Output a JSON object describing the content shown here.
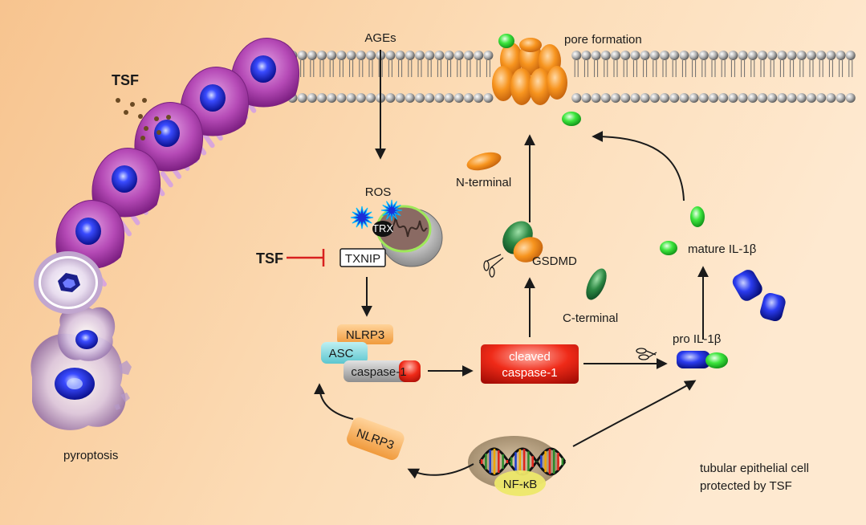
{
  "labels": {
    "ages": "AGEs",
    "pore_formation": "pore formation",
    "tsf_top": "TSF",
    "ros": "ROS",
    "trx": "TRX",
    "tsf_inhibitor": "TSF",
    "txnip": "TXNIP",
    "nlrp3_complex": "NLRP3",
    "asc": "ASC",
    "caspase1": "caspase-1",
    "cleaved_line1": "cleaved",
    "cleaved_line2": "caspase-1",
    "n_terminal": "N-terminal",
    "gsdmd": "GSDMD",
    "c_terminal": "C-terminal",
    "mature_il1b": "mature IL-1β",
    "pro_il1b": "pro IL-1β",
    "nlrp3_free": "NLRP3",
    "nfkb": "NF-κB",
    "pyroptosis": "pyroptosis",
    "caption_line1": "tubular epithelial cell",
    "caption_line2": "protected by TSF"
  },
  "colors": {
    "background_left": "#f6c796",
    "background_right": "#fde6c8",
    "cell": "#a93aa8",
    "nucleus": "#1c24d8",
    "membrane_head": "#8c8c8c",
    "pore": "#f08a22",
    "inhibitor": "#d8201f",
    "caspase": "#e01b12",
    "gsdmd_green": "#1f7a3a",
    "il1b_green": "#2bd22b",
    "il1b_blue": "#1a2fd6"
  }
}
